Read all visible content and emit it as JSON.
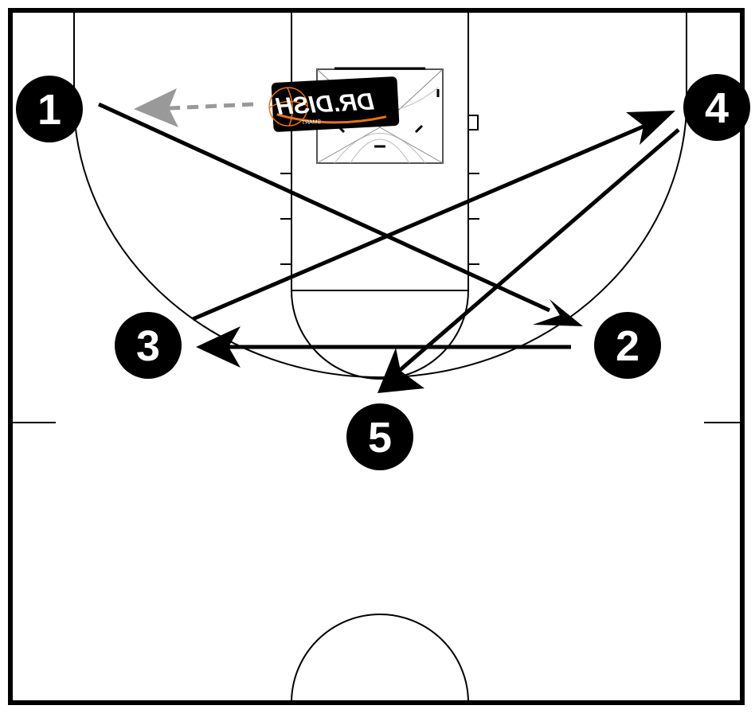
{
  "diagram": {
    "colors": {
      "court_line": "#000000",
      "background": "#ffffff",
      "player_fill": "#000000",
      "player_text": "#ffffff",
      "ball_move": "#999999",
      "logo_bg": "#000000",
      "logo_accent": "#e8731a",
      "logo_text": "#ffffff"
    },
    "players": [
      {
        "id": "1",
        "label": "1"
      },
      {
        "id": "2",
        "label": "2"
      },
      {
        "id": "3",
        "label": "3"
      },
      {
        "id": "4",
        "label": "4"
      },
      {
        "id": "5",
        "label": "5"
      }
    ],
    "movements": [
      {
        "from": "1",
        "to": "2",
        "style": "solid-arrow"
      },
      {
        "from": "2",
        "to": "3",
        "style": "solid-arrow"
      },
      {
        "from": "3",
        "to": "4",
        "style": "solid-arrow"
      },
      {
        "from": "4",
        "to": "5",
        "style": "solid-arrow"
      },
      {
        "from": "logo",
        "to": "1",
        "style": "dashed-arrow"
      }
    ],
    "logo": {
      "text": "DR.DISH",
      "subtext": "SMART",
      "icon": "basketball-icon",
      "mirrored": true
    }
  }
}
